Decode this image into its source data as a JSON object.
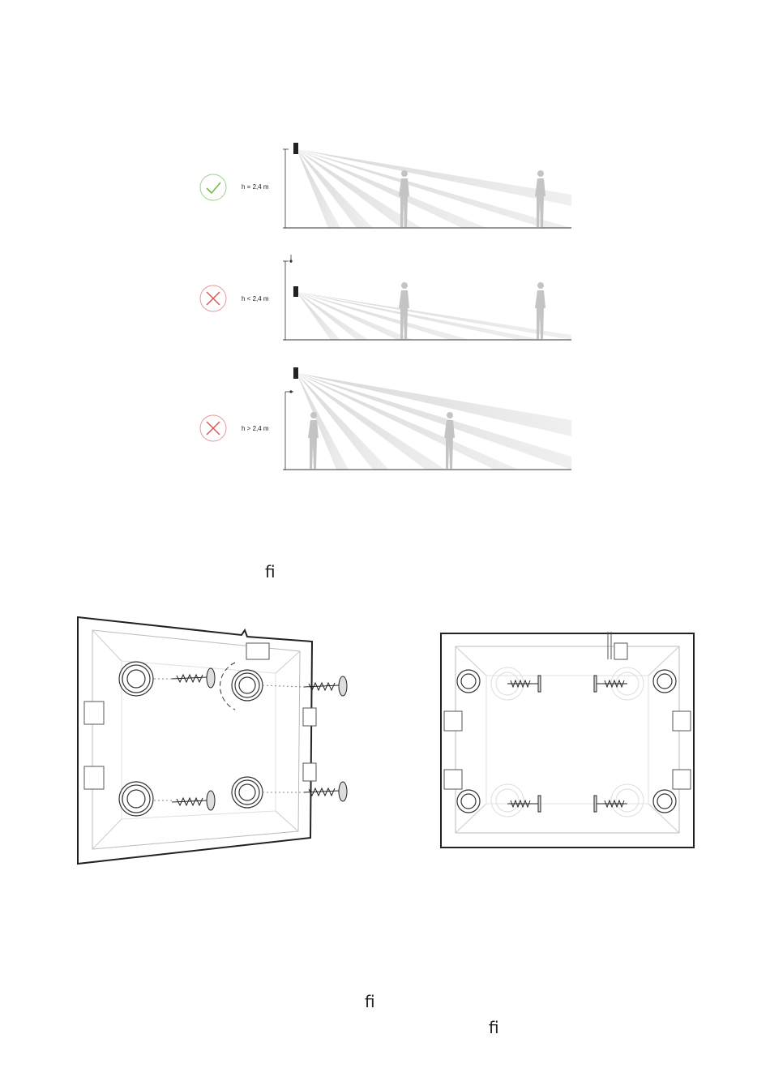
{
  "height_diagrams": [
    {
      "label": "h = 2,4 m",
      "status": "correct",
      "status_icon": "check-icon",
      "status_color": "#6dbb4a"
    },
    {
      "label": "h < 2,4 m",
      "status": "incorrect",
      "status_icon": "cross-icon",
      "status_color": "#d9534f"
    },
    {
      "label": "h > 2,4 m",
      "status": "incorrect",
      "status_icon": "cross-icon",
      "status_color": "#d9534f"
    }
  ],
  "stray_glyphs": {
    "g1": "ﬁ",
    "g2": "ﬁ",
    "g3": "ﬁ"
  },
  "colors": {
    "beam": "#cfcfcf",
    "person": "#c4c4c4",
    "line": "#333333"
  }
}
